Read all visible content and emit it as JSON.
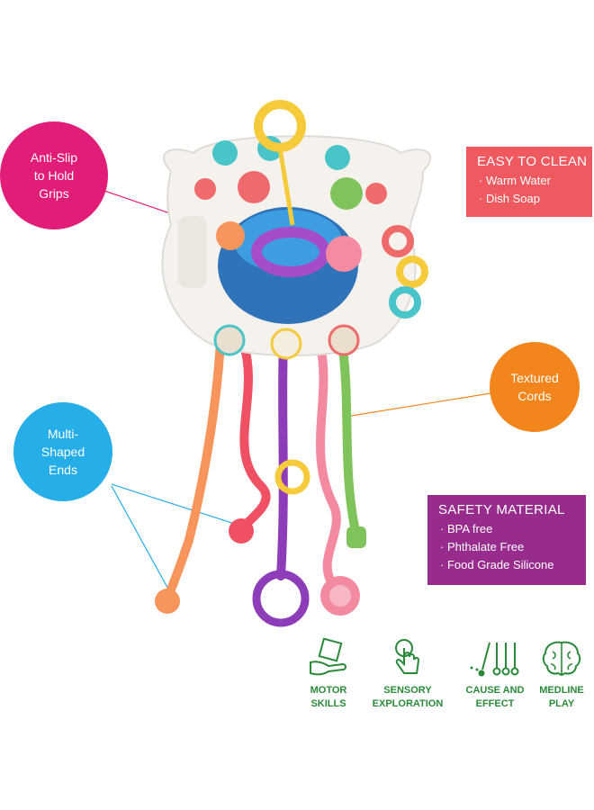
{
  "callouts": {
    "anti_slip": [
      "Anti-Slip",
      "to Hold",
      "Grips"
    ],
    "multi_shaped": [
      "Multi-",
      "Shaped",
      "Ends"
    ],
    "textured": [
      "Textured",
      "Cords"
    ]
  },
  "easy_clean": {
    "title": "EASY TO CLEAN",
    "items": [
      "Warm Water",
      "Dish Soap"
    ]
  },
  "safety": {
    "title": "SAFETY MATERIAL",
    "items": [
      "BPA free",
      "Phthalate Free",
      "Food Grade Silicone"
    ]
  },
  "features": [
    {
      "icon": "hand-holding-block-icon",
      "lines": [
        "MOTOR",
        "SKILLS"
      ]
    },
    {
      "icon": "touch-hand-icon",
      "lines": [
        "SENSORY",
        "EXPLORATION"
      ]
    },
    {
      "icon": "pull-cords-icon",
      "lines": [
        "CAUSE AND",
        "EFFECT"
      ]
    },
    {
      "icon": "brain-icon",
      "lines": [
        "MEDLINE",
        "PLAY"
      ]
    }
  ],
  "colors": {
    "pink": "#e21d78",
    "blue": "#26aee8",
    "orange": "#f2851c",
    "red": "#ee5a5f",
    "purple": "#972c8d",
    "green": "#2a8a3a"
  }
}
